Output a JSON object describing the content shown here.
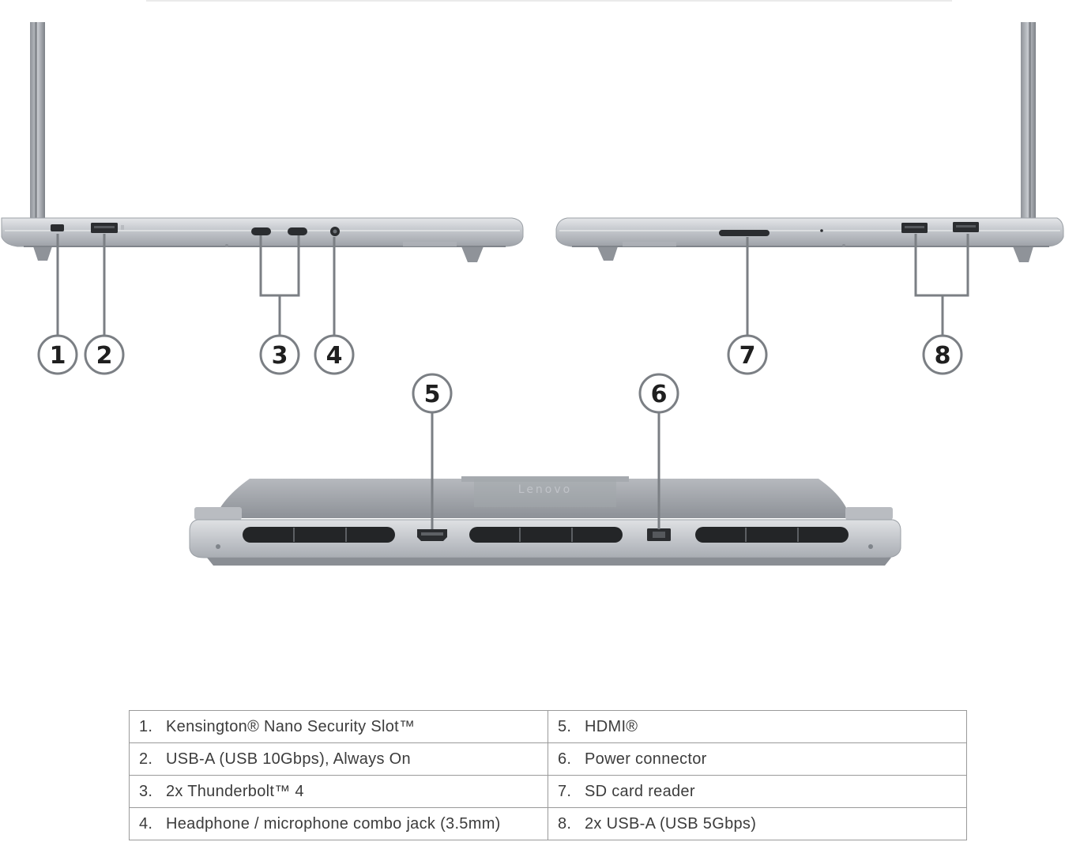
{
  "callouts": [
    "1",
    "2",
    "3",
    "4",
    "5",
    "6",
    "7",
    "8"
  ],
  "rear_logo": "Lenovo",
  "ports_table": {
    "rows": [
      {
        "left": {
          "num": "1.",
          "text": "Kensington® Nano Security Slot™"
        },
        "right": {
          "num": "5.",
          "text": "HDMI®"
        }
      },
      {
        "left": {
          "num": "2.",
          "text": "USB-A (USB 10Gbps), Always On"
        },
        "right": {
          "num": "6.",
          "text": "Power connector"
        }
      },
      {
        "left": {
          "num": "3.",
          "text": "2x Thunderbolt™ 4"
        },
        "right": {
          "num": "7.",
          "text": "SD card reader"
        }
      },
      {
        "left": {
          "num": "4.",
          "text": "Headphone / microphone combo jack (3.5mm)"
        },
        "right": {
          "num": "8.",
          "text": "2x USB-A (USB 5Gbps)"
        }
      }
    ]
  }
}
